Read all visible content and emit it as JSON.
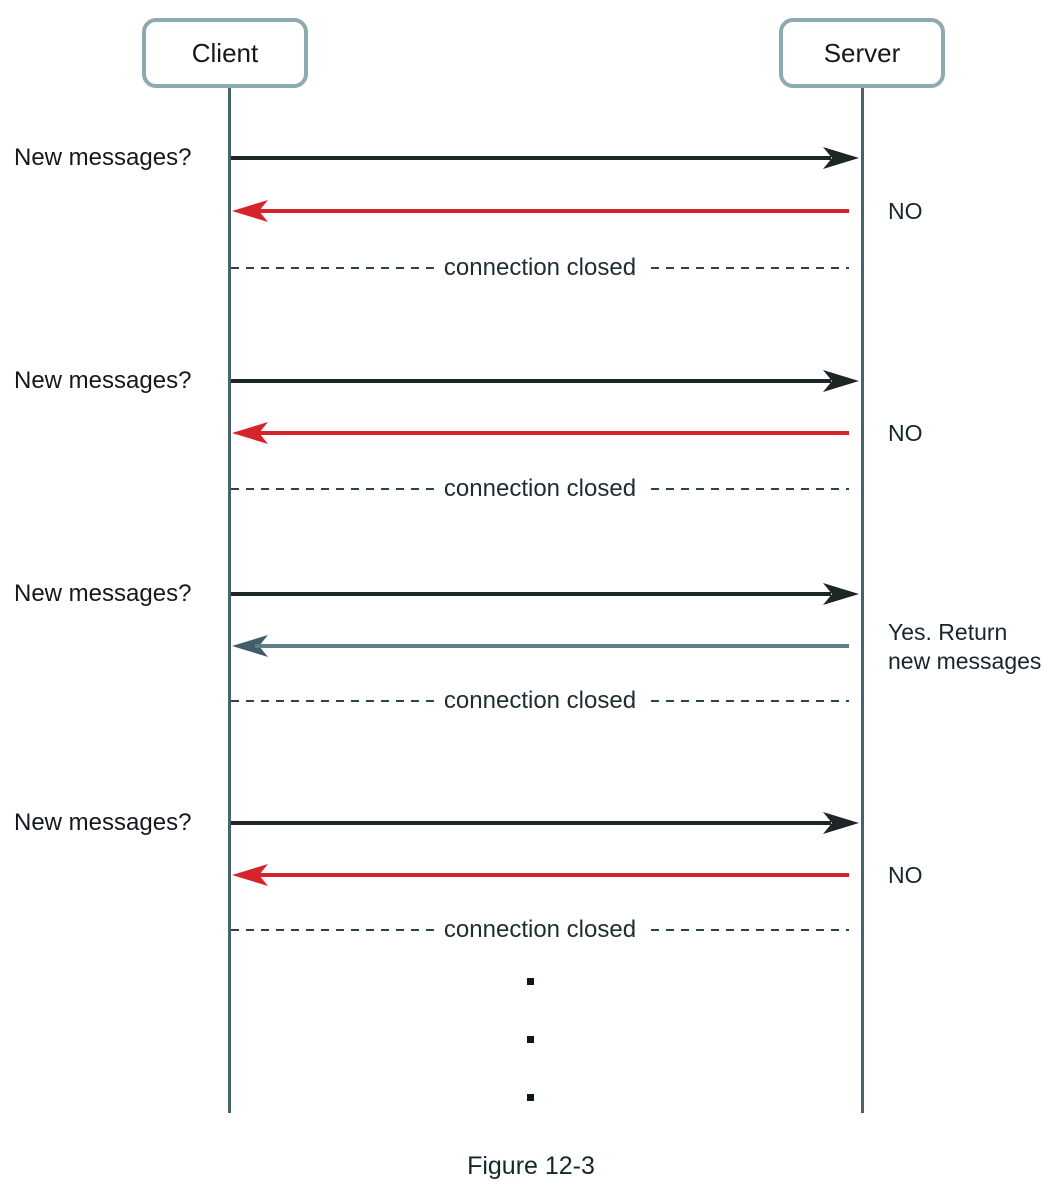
{
  "actors": [
    {
      "label": "Client"
    },
    {
      "label": "Server"
    }
  ],
  "exchanges": [
    {
      "request_label": "New messages?",
      "response_type": "no",
      "response_lines": [
        "NO"
      ],
      "closed_label": "connection closed"
    },
    {
      "request_label": "New messages?",
      "response_type": "no",
      "response_lines": [
        "NO"
      ],
      "closed_label": "connection closed"
    },
    {
      "request_label": "New messages?",
      "response_type": "yes",
      "response_lines": [
        "Yes. Return",
        "new messages"
      ],
      "closed_label": "connection closed"
    },
    {
      "request_label": "New messages?",
      "response_type": "no",
      "response_lines": [
        "NO"
      ],
      "closed_label": "connection closed"
    }
  ],
  "continuation_dots_count": 3,
  "caption": "Figure 12-3",
  "colors": {
    "actor_box_border": "#8caab0",
    "lifeline": "#47646c",
    "request_arrow": "#1e2527",
    "no_response_arrow": "#d7232b",
    "yes_response_arrow": "#5d7f86",
    "yes_response_arrowhead": "#3f5e67",
    "closed_dashes": "#2b444b"
  }
}
